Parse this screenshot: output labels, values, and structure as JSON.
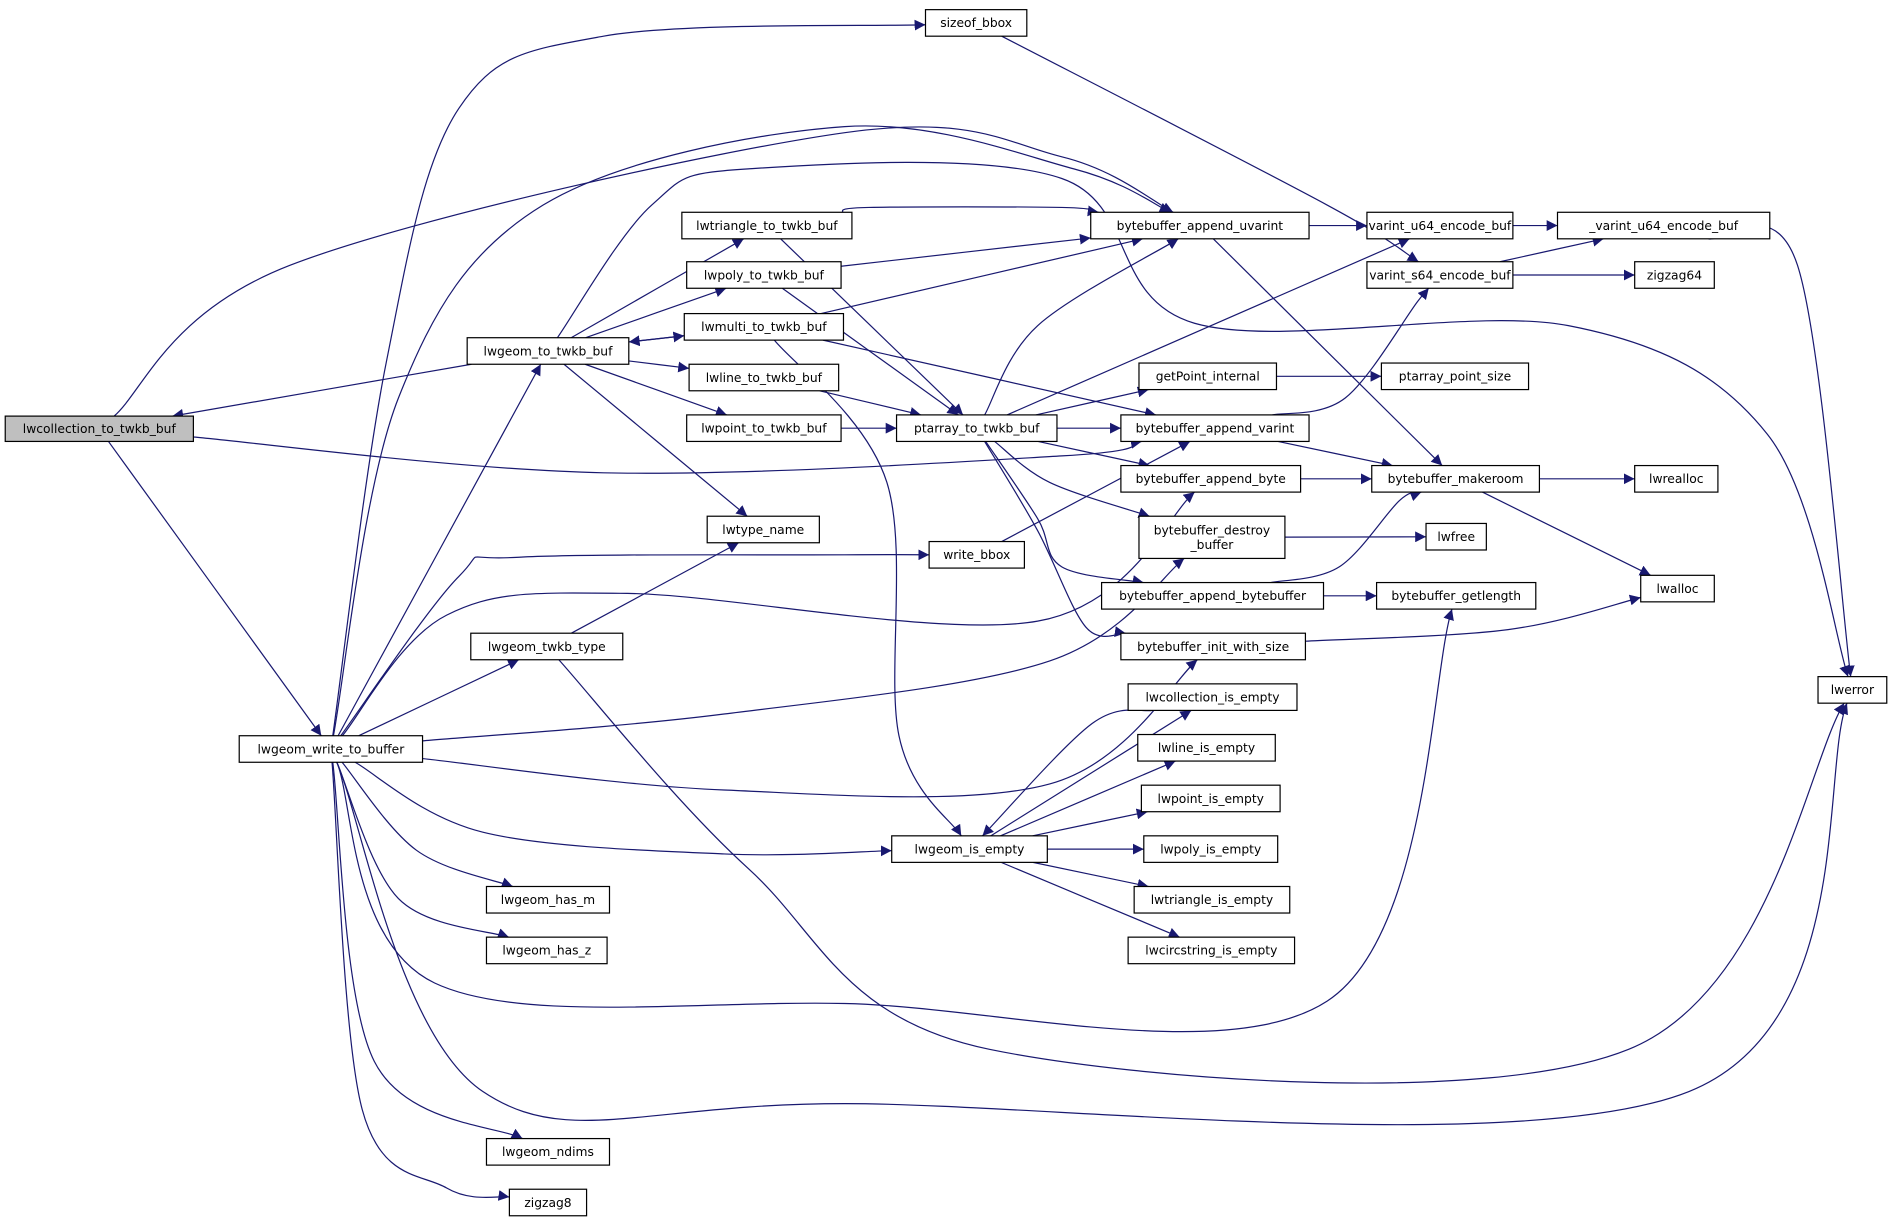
{
  "graph": {
    "type": "call-graph",
    "edge_color": "#191970",
    "root_fill": "#bfbfbf",
    "nodes": [
      {
        "id": "lwcollection_to_twkb_buf",
        "label": [
          "lwcollection_to_twkb_buf"
        ],
        "root": true
      },
      {
        "id": "sizeof_bbox",
        "label": [
          "sizeof_bbox"
        ]
      },
      {
        "id": "lwgeom_to_twkb_buf",
        "label": [
          "lwgeom_to_twkb_buf"
        ]
      },
      {
        "id": "lwtriangle_to_twkb_buf",
        "label": [
          "lwtriangle_to_twkb_buf"
        ]
      },
      {
        "id": "lwpoly_to_twkb_buf",
        "label": [
          "lwpoly_to_twkb_buf"
        ]
      },
      {
        "id": "lwmulti_to_twkb_buf",
        "label": [
          "lwmulti_to_twkb_buf"
        ]
      },
      {
        "id": "lwline_to_twkb_buf",
        "label": [
          "lwline_to_twkb_buf"
        ]
      },
      {
        "id": "lwpoint_to_twkb_buf",
        "label": [
          "lwpoint_to_twkb_buf"
        ]
      },
      {
        "id": "lwtype_name",
        "label": [
          "lwtype_name"
        ]
      },
      {
        "id": "ptarray_to_twkb_buf",
        "label": [
          "ptarray_to_twkb_buf"
        ]
      },
      {
        "id": "write_bbox",
        "label": [
          "write_bbox"
        ]
      },
      {
        "id": "lwgeom_twkb_type",
        "label": [
          "lwgeom_twkb_type"
        ]
      },
      {
        "id": "lwgeom_write_to_buffer",
        "label": [
          "lwgeom_write_to_buffer"
        ]
      },
      {
        "id": "bytebuffer_append_uvarint",
        "label": [
          "bytebuffer_append_uvarint"
        ]
      },
      {
        "id": "varint_u64_encode_buf",
        "label": [
          "varint_u64_encode_buf"
        ]
      },
      {
        "id": "_varint_u64_encode_buf",
        "label": [
          "_varint_u64_encode_buf"
        ]
      },
      {
        "id": "varint_s64_encode_buf",
        "label": [
          "varint_s64_encode_buf"
        ]
      },
      {
        "id": "zigzag64",
        "label": [
          "zigzag64"
        ]
      },
      {
        "id": "getPoint_internal",
        "label": [
          "getPoint_internal"
        ]
      },
      {
        "id": "ptarray_point_size",
        "label": [
          "ptarray_point_size"
        ]
      },
      {
        "id": "bytebuffer_append_varint",
        "label": [
          "bytebuffer_append_varint"
        ]
      },
      {
        "id": "bytebuffer_append_byte",
        "label": [
          "bytebuffer_append_byte"
        ]
      },
      {
        "id": "bytebuffer_makeroom",
        "label": [
          "bytebuffer_makeroom"
        ]
      },
      {
        "id": "lwrealloc",
        "label": [
          "lwrealloc"
        ]
      },
      {
        "id": "bytebuffer_destroy_buffer",
        "label": [
          "bytebuffer_destroy",
          "_buffer"
        ]
      },
      {
        "id": "lwfree",
        "label": [
          "lwfree"
        ]
      },
      {
        "id": "bytebuffer_append_bytebuffer",
        "label": [
          "bytebuffer_append_bytebuffer"
        ]
      },
      {
        "id": "bytebuffer_getlength",
        "label": [
          "bytebuffer_getlength"
        ]
      },
      {
        "id": "lwalloc",
        "label": [
          "lwalloc"
        ]
      },
      {
        "id": "bytebuffer_init_with_size",
        "label": [
          "bytebuffer_init_with_size"
        ]
      },
      {
        "id": "lwerror",
        "label": [
          "lwerror"
        ]
      },
      {
        "id": "lwcollection_is_empty",
        "label": [
          "lwcollection_is_empty"
        ]
      },
      {
        "id": "lwline_is_empty",
        "label": [
          "lwline_is_empty"
        ]
      },
      {
        "id": "lwpoint_is_empty",
        "label": [
          "lwpoint_is_empty"
        ]
      },
      {
        "id": "lwpoly_is_empty",
        "label": [
          "lwpoly_is_empty"
        ]
      },
      {
        "id": "lwtriangle_is_empty",
        "label": [
          "lwtriangle_is_empty"
        ]
      },
      {
        "id": "lwcircstring_is_empty",
        "label": [
          "lwcircstring_is_empty"
        ]
      },
      {
        "id": "lwgeom_is_empty",
        "label": [
          "lwgeom_is_empty"
        ]
      },
      {
        "id": "lwgeom_has_m",
        "label": [
          "lwgeom_has_m"
        ]
      },
      {
        "id": "lwgeom_has_z",
        "label": [
          "lwgeom_has_z"
        ]
      },
      {
        "id": "lwgeom_ndims",
        "label": [
          "lwgeom_ndims"
        ]
      },
      {
        "id": "zigzag8",
        "label": [
          "zigzag8"
        ]
      }
    ],
    "edges": [
      [
        "lwcollection_to_twkb_buf",
        "bytebuffer_append_uvarint"
      ],
      [
        "lwcollection_to_twkb_buf",
        "bytebuffer_append_varint"
      ],
      [
        "lwcollection_to_twkb_buf",
        "lwgeom_write_to_buffer"
      ],
      [
        "lwgeom_to_twkb_buf",
        "lwcollection_to_twkb_buf"
      ],
      [
        "lwgeom_to_twkb_buf",
        "lwtriangle_to_twkb_buf"
      ],
      [
        "lwgeom_to_twkb_buf",
        "lwpoly_to_twkb_buf"
      ],
      [
        "lwgeom_to_twkb_buf",
        "lwmulti_to_twkb_buf"
      ],
      [
        "lwgeom_to_twkb_buf",
        "lwline_to_twkb_buf"
      ],
      [
        "lwgeom_to_twkb_buf",
        "lwpoint_to_twkb_buf"
      ],
      [
        "lwgeom_to_twkb_buf",
        "lwtype_name"
      ],
      [
        "lwgeom_to_twkb_buf",
        "lwerror"
      ],
      [
        "lwmulti_to_twkb_buf",
        "lwgeom_to_twkb_buf"
      ],
      [
        "lwtriangle_to_twkb_buf",
        "bytebuffer_append_uvarint"
      ],
      [
        "lwtriangle_to_twkb_buf",
        "ptarray_to_twkb_buf"
      ],
      [
        "lwpoly_to_twkb_buf",
        "bytebuffer_append_uvarint"
      ],
      [
        "lwpoly_to_twkb_buf",
        "ptarray_to_twkb_buf"
      ],
      [
        "lwmulti_to_twkb_buf",
        "bytebuffer_append_uvarint"
      ],
      [
        "lwmulti_to_twkb_buf",
        "bytebuffer_append_varint"
      ],
      [
        "lwmulti_to_twkb_buf",
        "lwgeom_is_empty"
      ],
      [
        "lwline_to_twkb_buf",
        "ptarray_to_twkb_buf"
      ],
      [
        "lwpoint_to_twkb_buf",
        "ptarray_to_twkb_buf"
      ],
      [
        "ptarray_to_twkb_buf",
        "bytebuffer_append_uvarint"
      ],
      [
        "ptarray_to_twkb_buf",
        "varint_u64_encode_buf"
      ],
      [
        "ptarray_to_twkb_buf",
        "getPoint_internal"
      ],
      [
        "ptarray_to_twkb_buf",
        "bytebuffer_append_varint"
      ],
      [
        "ptarray_to_twkb_buf",
        "bytebuffer_append_byte"
      ],
      [
        "ptarray_to_twkb_buf",
        "bytebuffer_destroy_buffer"
      ],
      [
        "ptarray_to_twkb_buf",
        "bytebuffer_append_bytebuffer"
      ],
      [
        "ptarray_to_twkb_buf",
        "bytebuffer_init_with_size"
      ],
      [
        "bytebuffer_append_uvarint",
        "varint_u64_encode_buf"
      ],
      [
        "bytebuffer_append_uvarint",
        "bytebuffer_makeroom"
      ],
      [
        "varint_u64_encode_buf",
        "_varint_u64_encode_buf"
      ],
      [
        "varint_s64_encode_buf",
        "_varint_u64_encode_buf"
      ],
      [
        "varint_s64_encode_buf",
        "zigzag64"
      ],
      [
        "_varint_u64_encode_buf",
        "lwerror"
      ],
      [
        "getPoint_internal",
        "ptarray_point_size"
      ],
      [
        "bytebuffer_append_varint",
        "varint_s64_encode_buf"
      ],
      [
        "bytebuffer_append_varint",
        "bytebuffer_makeroom"
      ],
      [
        "bytebuffer_append_byte",
        "bytebuffer_makeroom"
      ],
      [
        "bytebuffer_makeroom",
        "lwrealloc"
      ],
      [
        "bytebuffer_makeroom",
        "lwalloc"
      ],
      [
        "bytebuffer_destroy_buffer",
        "lwfree"
      ],
      [
        "bytebuffer_append_bytebuffer",
        "bytebuffer_makeroom"
      ],
      [
        "bytebuffer_append_bytebuffer",
        "bytebuffer_getlength"
      ],
      [
        "bytebuffer_init_with_size",
        "lwalloc"
      ],
      [
        "sizeof_bbox",
        "varint_s64_encode_buf"
      ],
      [
        "write_bbox",
        "bytebuffer_append_varint"
      ],
      [
        "lwgeom_write_to_buffer",
        "sizeof_bbox"
      ],
      [
        "lwgeom_write_to_buffer",
        "bytebuffer_append_uvarint"
      ],
      [
        "lwgeom_write_to_buffer",
        "lwgeom_to_twkb_buf"
      ],
      [
        "lwgeom_write_to_buffer",
        "write_bbox"
      ],
      [
        "lwgeom_write_to_buffer",
        "bytebuffer_append_byte"
      ],
      [
        "lwgeom_write_to_buffer",
        "bytebuffer_destroy_buffer"
      ],
      [
        "lwgeom_write_to_buffer",
        "bytebuffer_init_with_size"
      ],
      [
        "lwgeom_write_to_buffer",
        "lwgeom_twkb_type"
      ],
      [
        "lwgeom_write_to_buffer",
        "lwgeom_is_empty"
      ],
      [
        "lwgeom_write_to_buffer",
        "lwgeom_has_m"
      ],
      [
        "lwgeom_write_to_buffer",
        "lwgeom_has_z"
      ],
      [
        "lwgeom_write_to_buffer",
        "lwgeom_ndims"
      ],
      [
        "lwgeom_write_to_buffer",
        "zigzag8"
      ],
      [
        "lwgeom_write_to_buffer",
        "bytebuffer_getlength"
      ],
      [
        "lwgeom_write_to_buffer",
        "lwerror"
      ],
      [
        "lwgeom_twkb_type",
        "lwtype_name"
      ],
      [
        "lwgeom_twkb_type",
        "lwerror"
      ],
      [
        "lwgeom_is_empty",
        "lwcollection_is_empty"
      ],
      [
        "lwgeom_is_empty",
        "lwline_is_empty"
      ],
      [
        "lwgeom_is_empty",
        "lwpoint_is_empty"
      ],
      [
        "lwgeom_is_empty",
        "lwpoly_is_empty"
      ],
      [
        "lwgeom_is_empty",
        "lwtriangle_is_empty"
      ],
      [
        "lwgeom_is_empty",
        "lwcircstring_is_empty"
      ],
      [
        "lwcollection_is_empty",
        "lwgeom_is_empty"
      ]
    ]
  }
}
